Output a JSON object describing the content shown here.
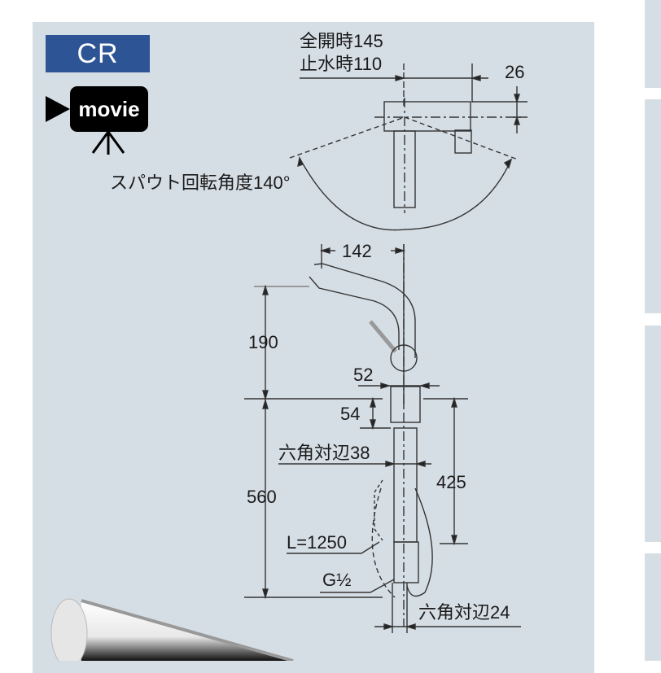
{
  "badge": {
    "label": "CR",
    "color": "#2d5494"
  },
  "movie": {
    "label": "movie",
    "icon": "movie-camera-icon"
  },
  "top_view": {
    "full_open_label": "全開時145",
    "stop_water_label": "止水時110",
    "offset_label": "26",
    "rotation_label": "スパウト回転角度140°"
  },
  "side_view": {
    "spout_reach": "142",
    "spout_height": "190",
    "body_diameter": "52",
    "base_height": "54",
    "hex_38": "六角対辺38",
    "total_below": "560",
    "below_counter": "425",
    "hose_length": "L=1250",
    "thread": "G½",
    "hex_24": "六角対辺24"
  },
  "colors": {
    "panel_bg": "#d6dee5",
    "line": "#222222",
    "page_bg": "#ffffff"
  }
}
